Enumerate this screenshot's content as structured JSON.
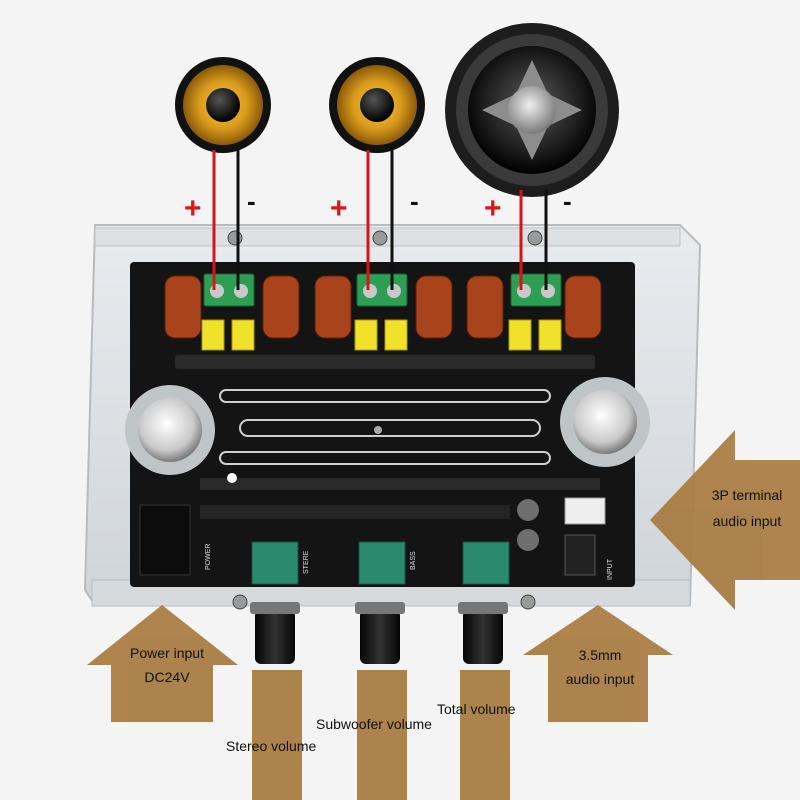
{
  "labels": {
    "terminal_line1": "3P terminal",
    "terminal_line2": "audio input",
    "power_line1": "Power input",
    "power_line2": "DC24V",
    "jack_line1": "3.5mm",
    "jack_line2": "audio input",
    "stereo": "Stereo volume",
    "subwoofer": "Subwoofer volume",
    "total": "Total volume"
  },
  "speakers": [
    {
      "name": "left-speaker",
      "plus": "+",
      "minus": "-"
    },
    {
      "name": "right-speaker",
      "plus": "+",
      "minus": "-"
    },
    {
      "name": "subwoofer-speaker",
      "plus": "+",
      "minus": "-"
    }
  ],
  "board_text": {
    "power_silk": "POWER",
    "stereo_silk": "STERE",
    "bass_silk": "BASS",
    "input_silk": "INPUT"
  },
  "colors": {
    "arrow": "#a87a3f",
    "wire_red": "#d8131b",
    "wire_black": "#111111",
    "plus_sign": "#e0141e",
    "pcb": "#141414",
    "terminal_green": "#2e9e55",
    "capacitor_yellow": "#f2e12a"
  }
}
